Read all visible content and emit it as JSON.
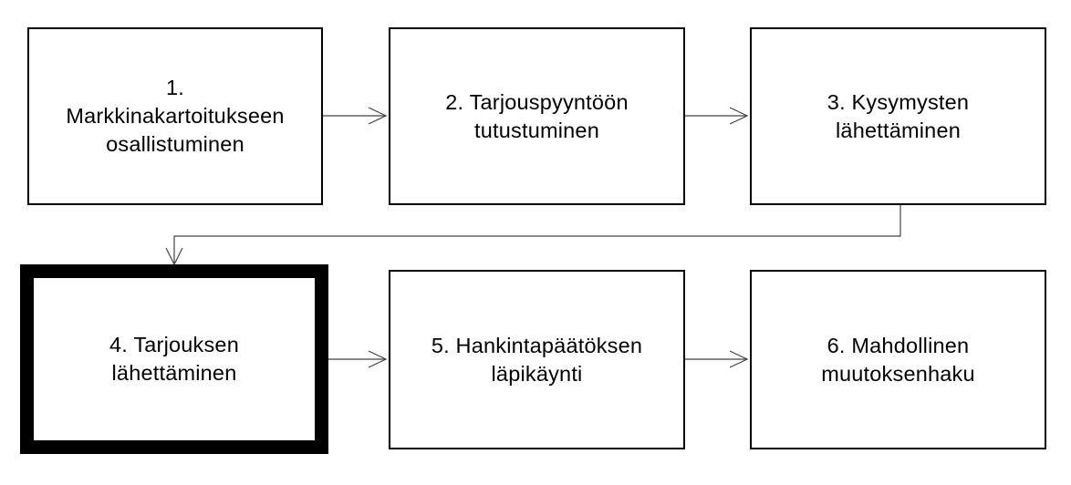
{
  "diagram": {
    "type": "process-flow",
    "boxes": [
      {
        "id": "step-1",
        "text": "1.\nMarkkinakartoitukseen\nosallistuminen",
        "highlighted": false
      },
      {
        "id": "step-2",
        "text": "2. Tarjouspyyntöön\ntutustuminen",
        "highlighted": false
      },
      {
        "id": "step-3",
        "text": "3. Kysymysten\nlähettäminen",
        "highlighted": false
      },
      {
        "id": "step-4",
        "text": "4. Tarjouksen\nlähettäminen",
        "highlighted": true
      },
      {
        "id": "step-5",
        "text": "5. Hankintapäätöksen\nläpikäynti",
        "highlighted": false
      },
      {
        "id": "step-6",
        "text": "6. Mahdollinen\nmuutoksenhaku",
        "highlighted": false
      }
    ],
    "edges": [
      {
        "from": "step-1",
        "to": "step-2"
      },
      {
        "from": "step-2",
        "to": "step-3"
      },
      {
        "from": "step-3",
        "to": "step-4"
      },
      {
        "from": "step-4",
        "to": "step-5"
      },
      {
        "from": "step-5",
        "to": "step-6"
      }
    ],
    "colors": {
      "border": "#000000",
      "connector": "#444444",
      "background": "#ffffff"
    }
  }
}
